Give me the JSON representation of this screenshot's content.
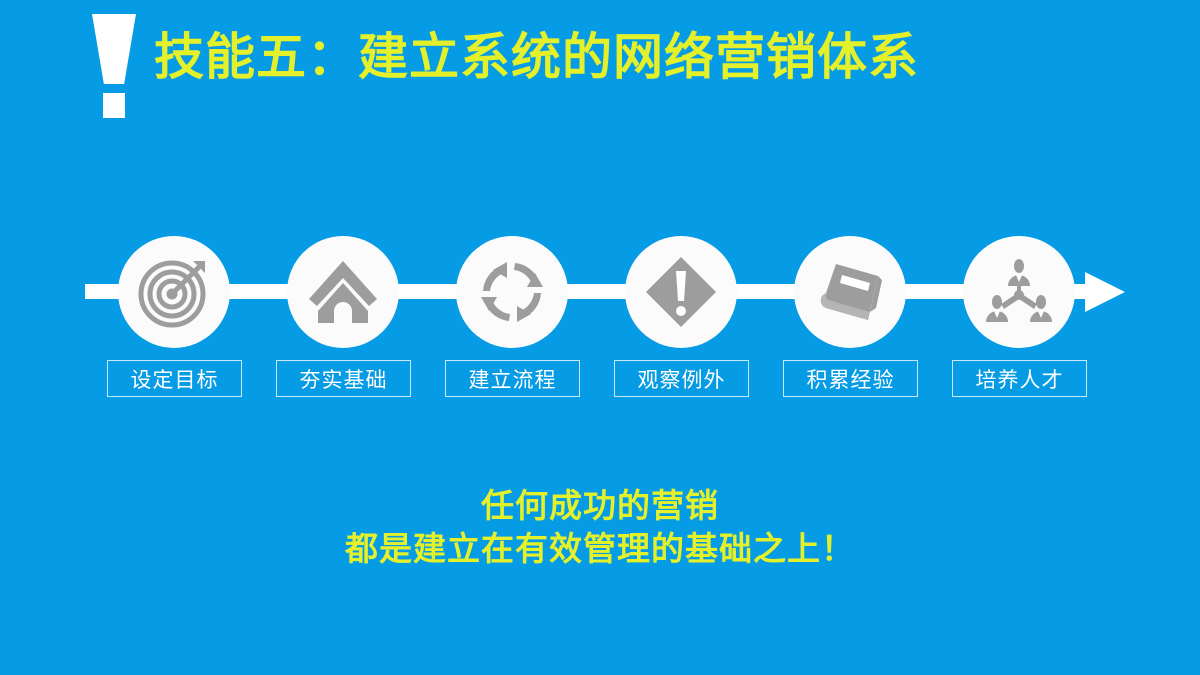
{
  "slide": {
    "background_color": "#069be5",
    "accent_text_color": "#e4f029",
    "node_fill_color": "#fbfbfb",
    "icon_color": "#9d9d9d",
    "track_color": "#ffffff"
  },
  "header": {
    "bullet_icon": "exclamation-mark-icon",
    "title": "技能五：建立系统的网络营销体系"
  },
  "timeline": {
    "arrow_icon": "right-arrow-icon",
    "steps": [
      {
        "index": 1,
        "icon": "target-bullseye-icon",
        "label": "设定目标"
      },
      {
        "index": 2,
        "icon": "house-icon",
        "label": "夯实基础"
      },
      {
        "index": 3,
        "icon": "recycle-cycle-icon",
        "label": "建立流程"
      },
      {
        "index": 4,
        "icon": "warning-diamond-icon",
        "label": "观察例外"
      },
      {
        "index": 5,
        "icon": "book-icon",
        "label": "积累经验"
      },
      {
        "index": 6,
        "icon": "org-chart-people-icon",
        "label": "培养人才"
      }
    ]
  },
  "footer": {
    "line1": "任何成功的营销",
    "line2": "都是建立在有效管理的基础之上！"
  }
}
